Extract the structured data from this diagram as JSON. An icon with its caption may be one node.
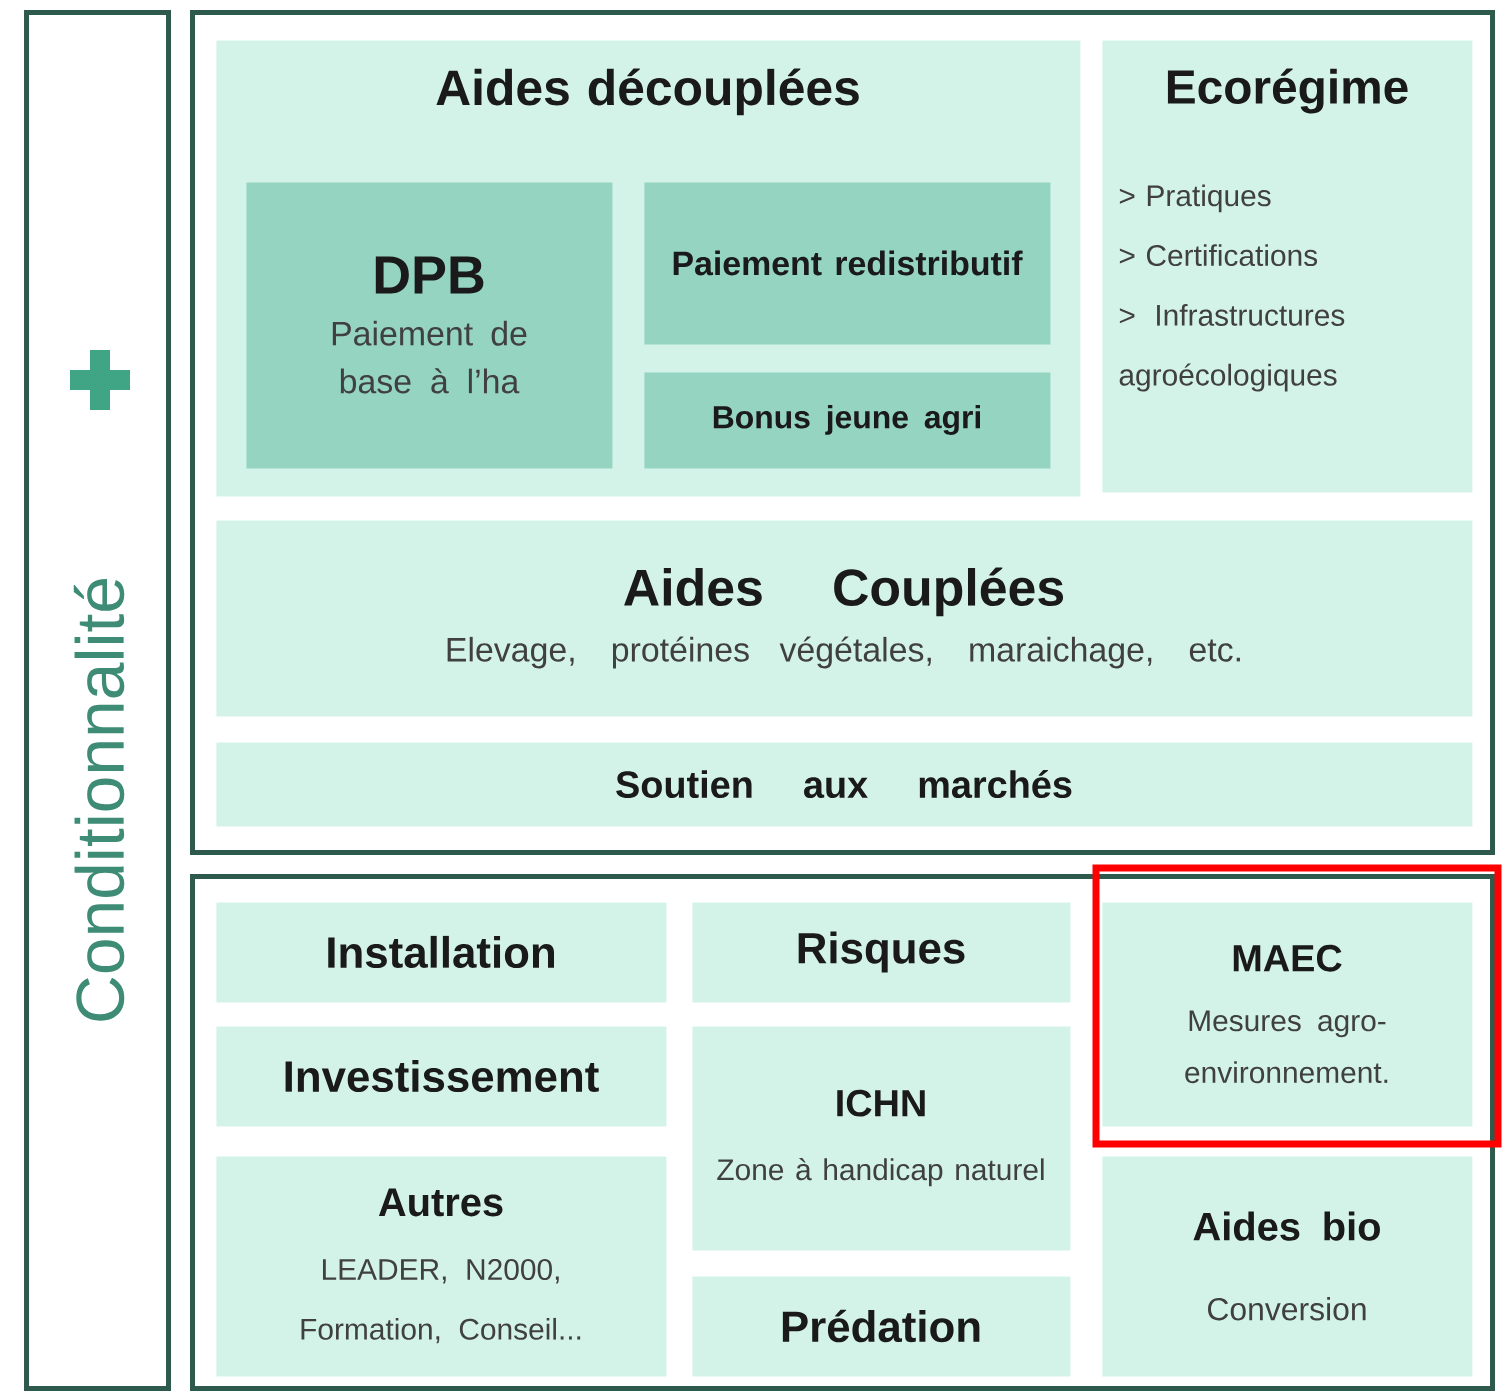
{
  "diagram": {
    "nodes": [
      {
        "text": [
          "Conditionnalité"
        ]
      },
      {
        "text": [],
        "shape": "box"
      },
      {
        "text": [
          "Aides découplées"
        ],
        "in": 1
      },
      {
        "text": [
          "DPB",
          "Paiement de base à l’ha"
        ],
        "in": 2
      },
      {
        "text": [
          "Paiement redistributif"
        ],
        "in": 2
      },
      {
        "text": [
          "Bonus jeune agri"
        ],
        "in": 2
      },
      {
        "text": [
          "Ecorégime",
          "> Pratiques",
          "> Certifications",
          "> Infrastructures agroécologiques"
        ],
        "in": 1
      },
      {
        "text": [
          "Aides Couplées",
          "Elevage, protéines végétales, maraichage, etc."
        ],
        "in": 1
      },
      {
        "text": [
          "Soutien aux marchés"
        ],
        "in": 1
      },
      {
        "text": [],
        "shape": "box"
      },
      {
        "text": [
          "Installation"
        ],
        "in": 9
      },
      {
        "text": [
          "Investissement"
        ],
        "in": 9
      },
      {
        "text": [
          "Autres",
          "LEADER, N2000, Formation, Conseil..."
        ],
        "in": 9
      },
      {
        "text": [
          "Risques"
        ],
        "in": 9
      },
      {
        "text": [
          "ICHN",
          "Zone à handicap naturel"
        ],
        "in": 9
      },
      {
        "text": [
          "Prédation"
        ],
        "in": 9
      },
      {
        "text": [
          "MAEC",
          "Mesures agro-environnement."
        ],
        "in": 9
      },
      {
        "text": [
          "Aides bio",
          "Conversion"
        ],
        "in": 9
      }
    ]
  }
}
